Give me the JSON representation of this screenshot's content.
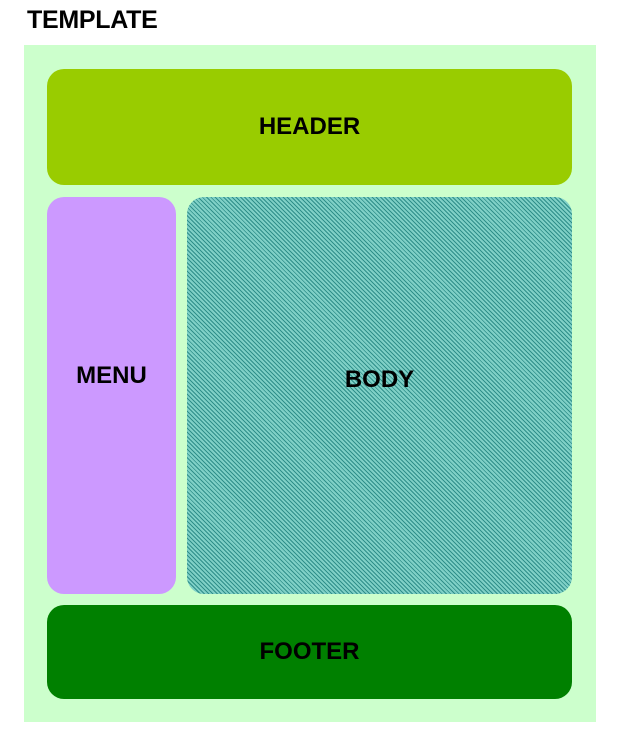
{
  "diagram": {
    "title": "TEMPLATE",
    "regions": {
      "header": {
        "label": "HEADER",
        "color": "#99cc00"
      },
      "menu": {
        "label": "MENU",
        "color": "#cc99ff"
      },
      "body": {
        "label": "BODY",
        "color": "#3aa6a0"
      },
      "footer": {
        "label": "FOOTER",
        "color": "#008000"
      }
    },
    "background_color": "#ccffcc"
  }
}
